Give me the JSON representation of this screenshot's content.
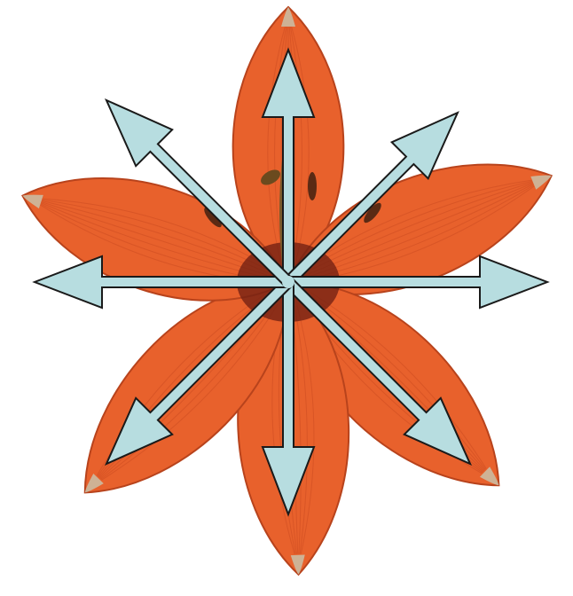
{
  "figure": {
    "subject": "flower-radial-symmetry",
    "colors": {
      "petal": "#e8612c",
      "petal_edge": "#b8431c",
      "petal_vein": "#c94a1f",
      "petal_tip": "#c9c1a8",
      "center": "#6e1e12",
      "stamen": "#7a5a2a",
      "arrow_fill": "#b7dde0",
      "arrow_stroke": "#1a1a1a",
      "background": "#ffffff"
    },
    "petals": [
      {
        "name": "top"
      },
      {
        "name": "upper-right"
      },
      {
        "name": "lower-right"
      },
      {
        "name": "bottom"
      },
      {
        "name": "lower-left"
      },
      {
        "name": "upper-left"
      }
    ],
    "arrows": [
      {
        "name": "up",
        "angle_deg": -90
      },
      {
        "name": "up-right",
        "angle_deg": -45
      },
      {
        "name": "right",
        "angle_deg": 0
      },
      {
        "name": "down-right",
        "angle_deg": 45
      },
      {
        "name": "down",
        "angle_deg": 90
      },
      {
        "name": "down-left",
        "angle_deg": 135
      },
      {
        "name": "left",
        "angle_deg": 180
      },
      {
        "name": "up-left",
        "angle_deg": -135
      }
    ]
  }
}
